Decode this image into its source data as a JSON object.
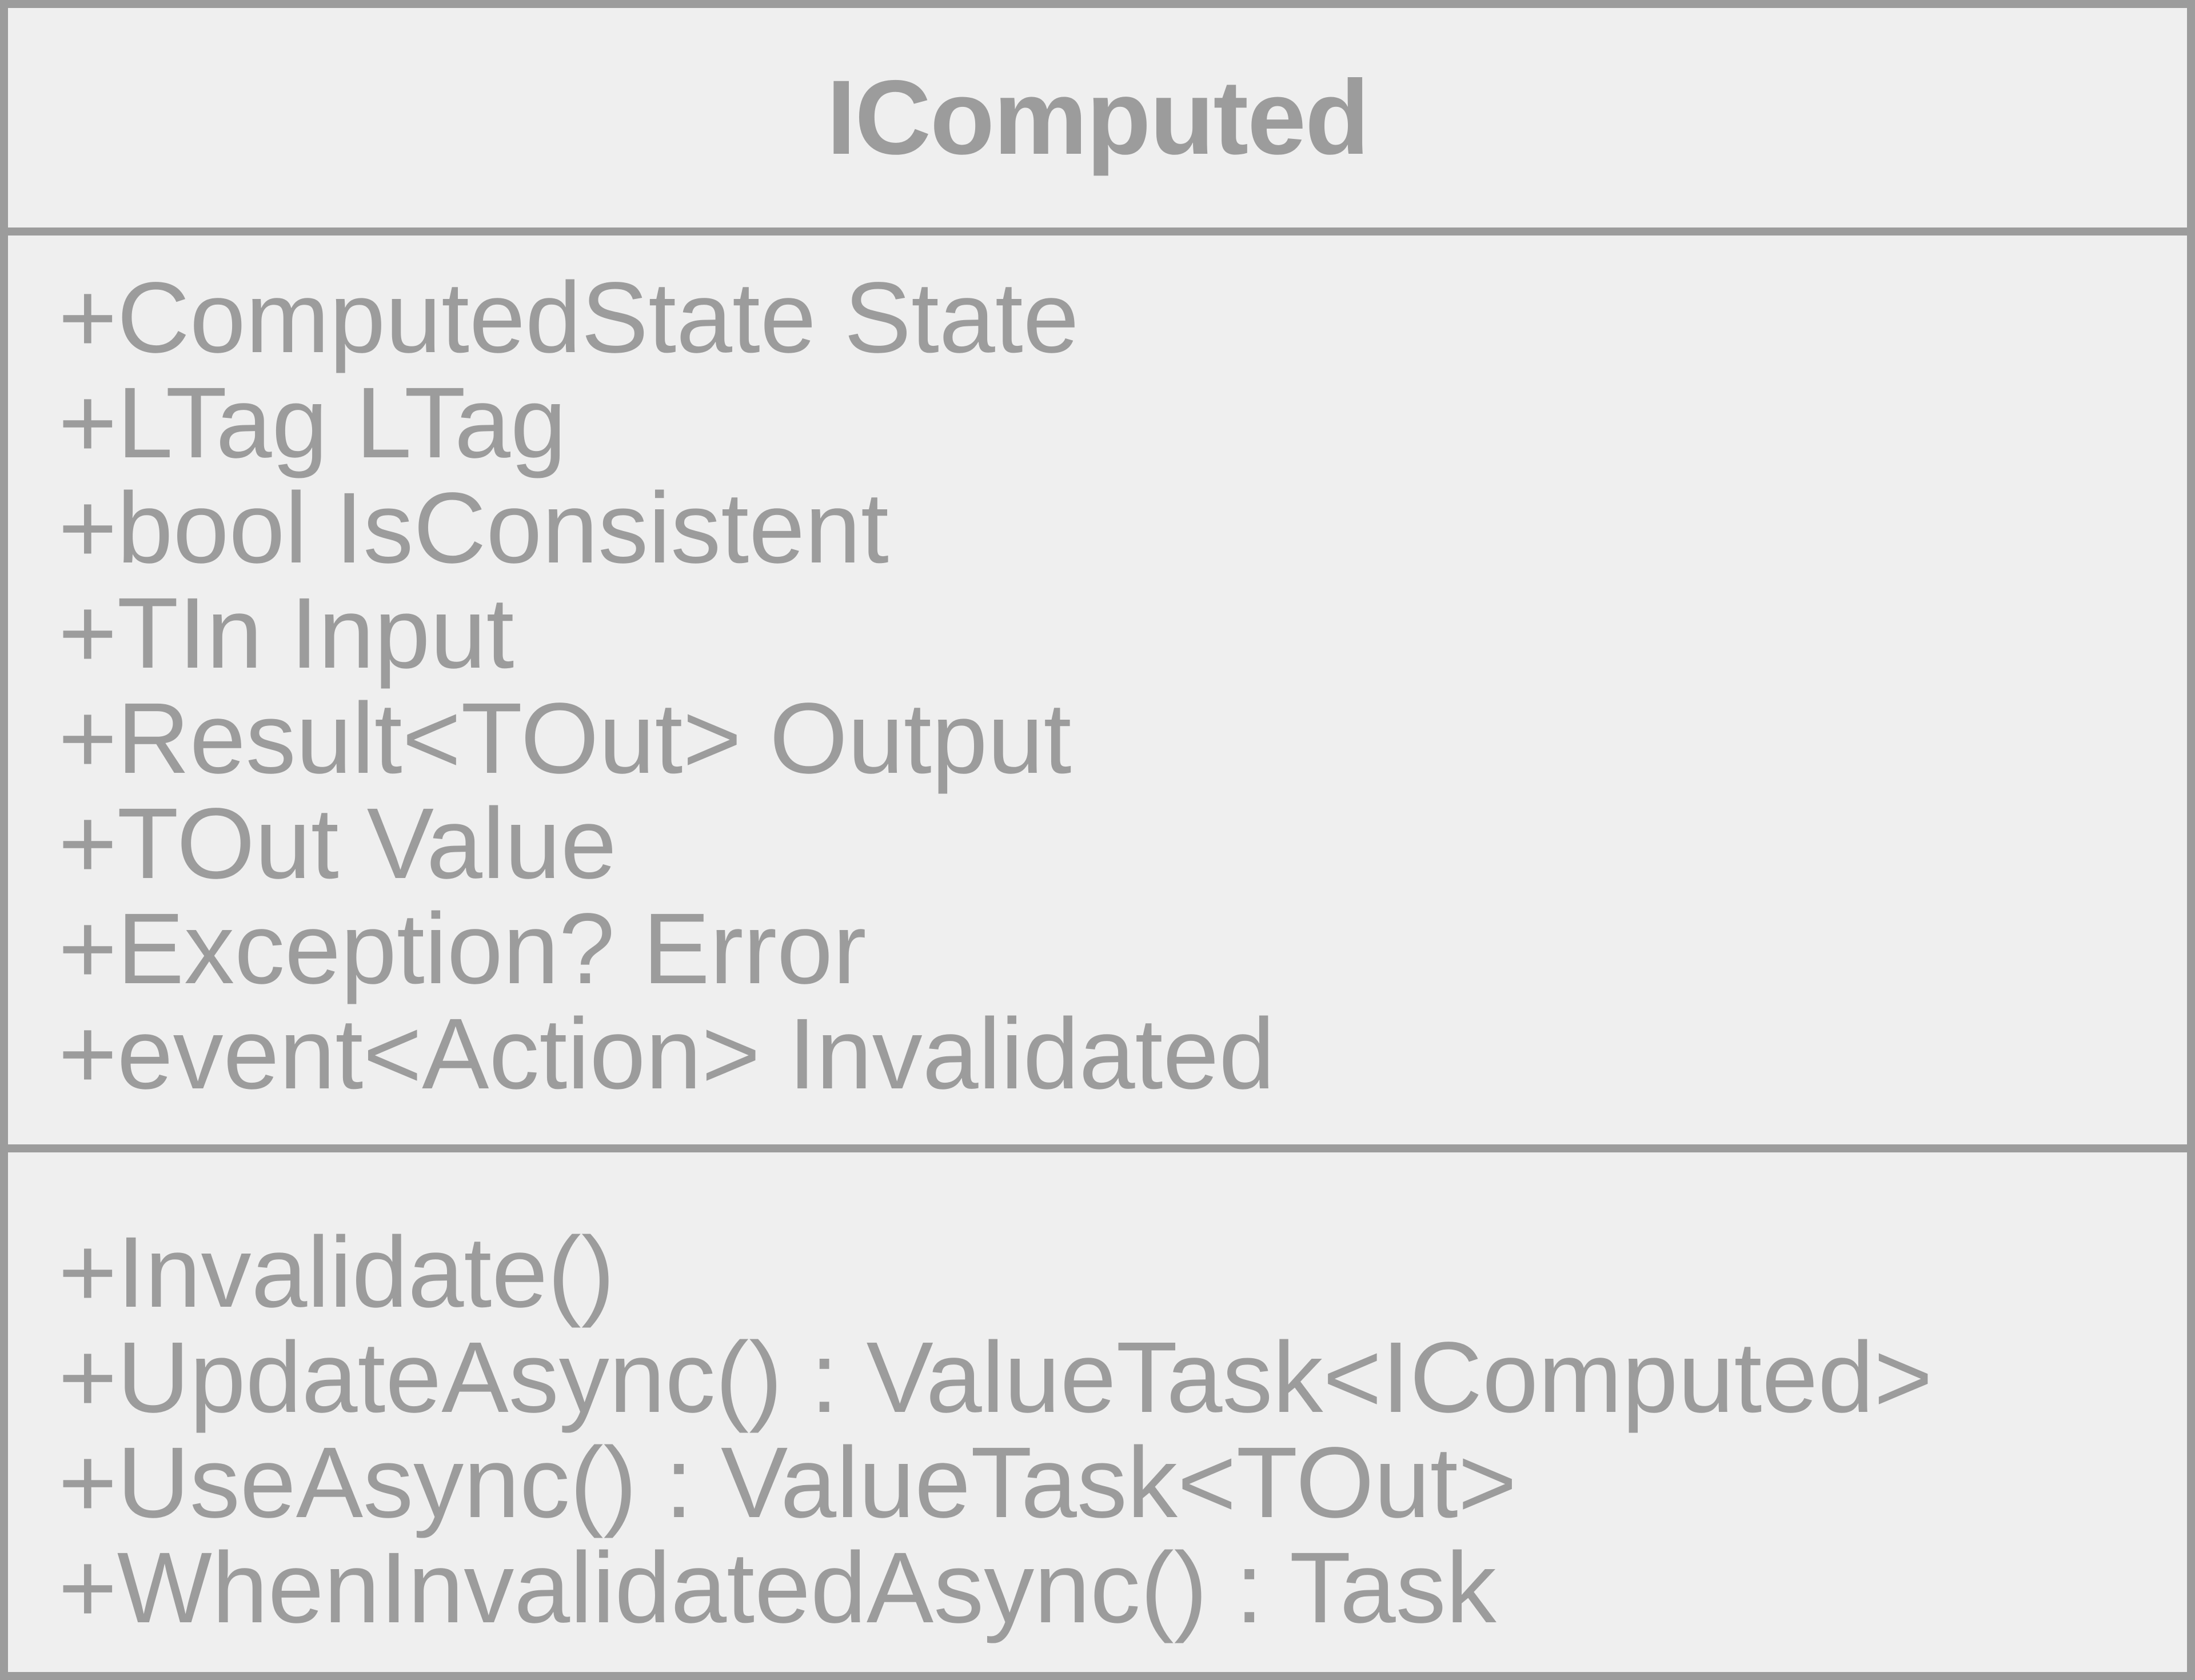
{
  "class": {
    "name": "IComputed",
    "attributes": [
      "+ComputedState State",
      "+LTag LTag",
      "+bool IsConsistent",
      "+TIn Input",
      "+Result<TOut> Output",
      "+TOut Value",
      "+Exception? Error",
      "+event<Action> Invalidated"
    ],
    "operations": [
      "+Invalidate()",
      "+UpdateAsync() : ValueTask<IComputed>",
      "+UseAsync() : ValueTask<TOut>",
      "+WhenInvalidatedAsync() : Task"
    ]
  },
  "colors": {
    "fill": "#efefef",
    "stroke": "#9c9c9c",
    "text": "#9c9c9c"
  }
}
